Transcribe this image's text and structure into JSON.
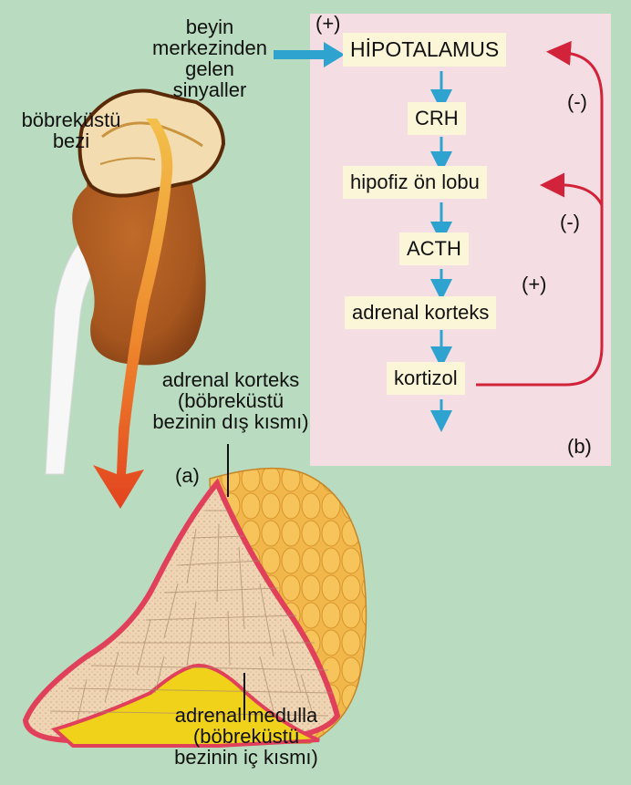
{
  "labels": {
    "brain_signals": [
      "beyin",
      "merkezinden",
      "gelen sinyaller"
    ],
    "adrenal_gland": [
      "böbreküstü",
      "bezi"
    ],
    "cortex_caption": [
      "adrenal korteks",
      "(böbreküstü",
      "bezinin dış kısmı)"
    ],
    "medulla_caption": [
      "adrenal medulla",
      "(böbreküstü",
      "bezinin iç kısmı)"
    ],
    "panel_a": "(a)",
    "panel_b": "(b)"
  },
  "pathway": {
    "boxes": [
      "HİPOTALAMUS",
      "CRH",
      "hipofiz ön lobu",
      "ACTH",
      "adrenal korteks",
      "kortizol"
    ],
    "signs": {
      "positive": "(+)",
      "negative": "(-)"
    }
  },
  "colors": {
    "background": "#b9dcc0",
    "panel_b_bg": "#f4dde3",
    "box_bg": "#fbf6d8",
    "flow_arrow": "#2ea3cf",
    "feedback_arrow": "#d2233a",
    "kidney": "#a6561e",
    "gland": "#f3ddb0",
    "cortex_edge": "#e0405a",
    "medulla": "#f1d21a"
  }
}
